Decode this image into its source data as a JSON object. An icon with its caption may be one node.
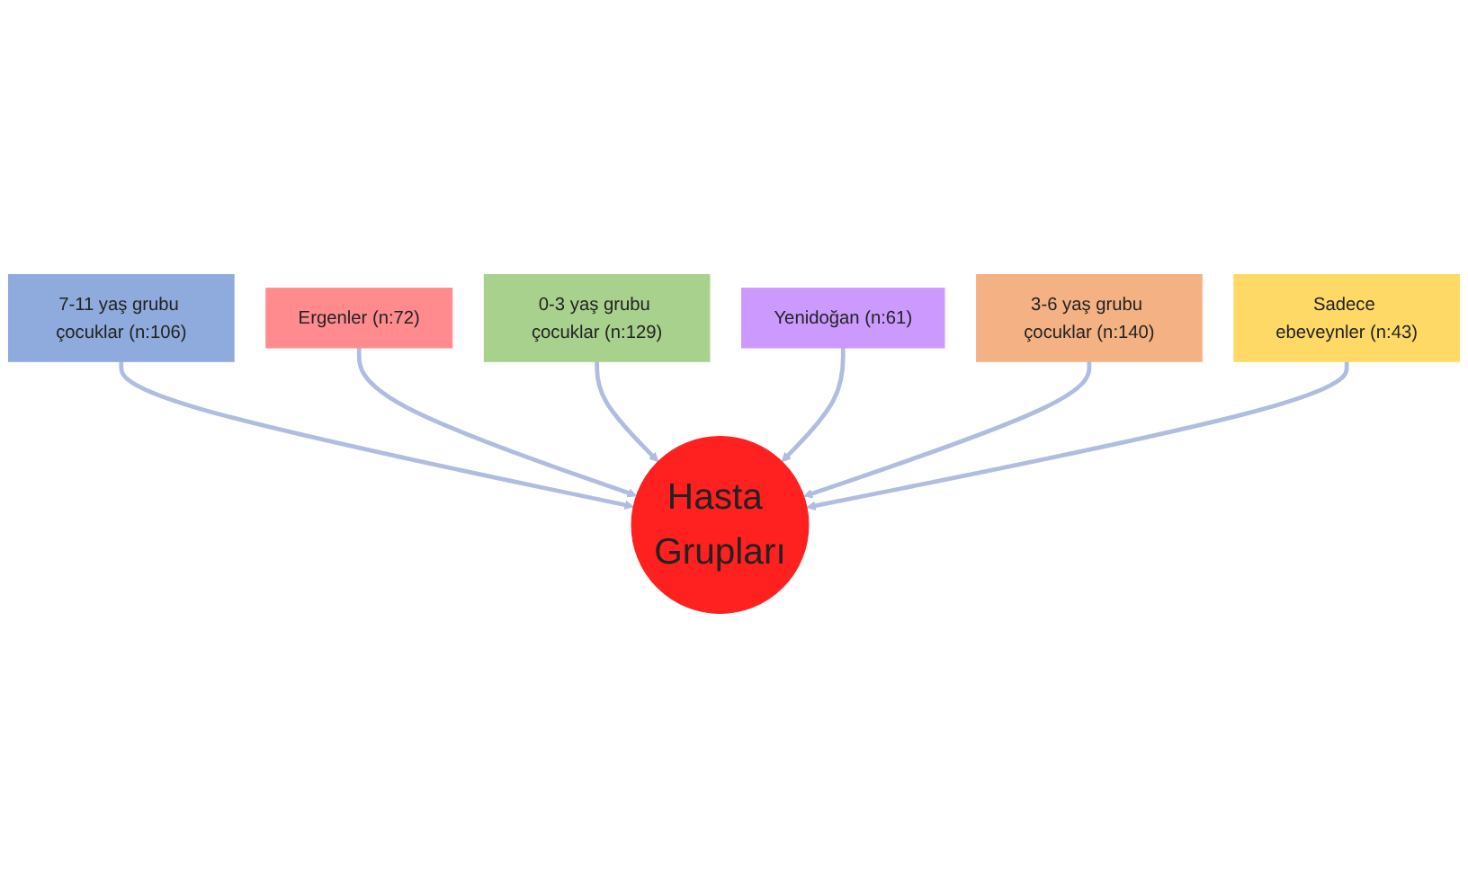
{
  "diagram": {
    "nodes": [
      {
        "text": [
          "7-11 yaş grubu çocuklar (n:106)"
        ]
      },
      {
        "text": [
          "Ergenler (n:72)"
        ]
      },
      {
        "text": [
          "0-3 yaş grubu çocuklar (n:129)"
        ]
      },
      {
        "text": [
          "Yenidoğan (n:61)"
        ]
      },
      {
        "text": [
          "3-6 yaş grubu çocuklar (n:140)"
        ]
      },
      {
        "text": [
          "Hasta Grupları"
        ]
      },
      {
        "text": [
          "Sadece ebeveynler (n:43)"
        ]
      }
    ],
    "edges": [
      {
        "from": 0,
        "to": 5,
        "arrow": "to"
      },
      {
        "from": 1,
        "to": 5,
        "arrow": "to"
      },
      {
        "from": 2,
        "to": 5,
        "arrow": "to"
      },
      {
        "from": 3,
        "to": 5,
        "arrow": "to"
      },
      {
        "from": 4,
        "to": 5,
        "arrow": "to"
      },
      {
        "from": 6,
        "to": 5,
        "arrow": "to"
      }
    ]
  }
}
